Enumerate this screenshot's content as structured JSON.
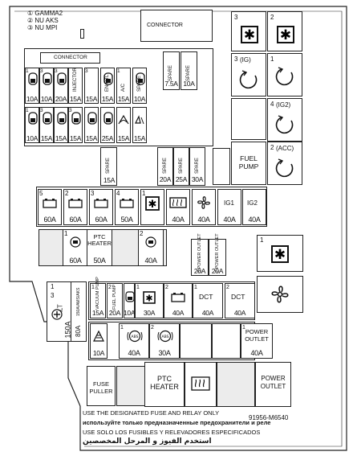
{
  "legend": [
    "① GAMMA2",
    "② NU AKS",
    "③ NU MPI"
  ],
  "connectors": {
    "top": "CONNECTOR",
    "left": "CONNECTOR"
  },
  "mini_row1": [
    "10A",
    "10A",
    "20A",
    "15A",
    "15A",
    "15A",
    "15A",
    "10A"
  ],
  "mini_row1_labels": {
    "injector": "INJECTOR",
    "engine_ctl": "EN CTL",
    "avc": "A/C",
    "spare": "SPARE"
  },
  "mini_row1_nums": [
    "1",
    "3",
    "3",
    "",
    "3",
    "",
    "1",
    ""
  ],
  "mini_row2": [
    "10A",
    "15A",
    "15A",
    "15A",
    "15A",
    "25A",
    "15A",
    "15A"
  ],
  "mini_row2_nums": [
    "1",
    "3",
    "",
    "3",
    "",
    "",
    "",
    ""
  ],
  "mini_row3": [
    "20A",
    "25A",
    "30A"
  ],
  "spare_top": [
    "7.5A",
    "10A"
  ],
  "spare_left": "15A",
  "spare_label": "SPARE",
  "big_row1": [
    "60A",
    "60A",
    "60A",
    "50A",
    "",
    "40A",
    "40A",
    "40A",
    "40A"
  ],
  "big_row1_nums": [
    "5",
    "2",
    "3",
    "4",
    "1",
    "",
    "",
    "",
    ""
  ],
  "big_row1_labels": {
    "ig1": "IG1",
    "ig2": "IG2"
  },
  "ptc": {
    "label": "PTC\nHEATER",
    "amps": [
      "60A",
      "50A",
      "40A"
    ],
    "nums": [
      "1",
      "",
      "2"
    ]
  },
  "power_outlet_small": {
    "labels": [
      "3 POWER OUTLET",
      "2 POWER OUTLET"
    ],
    "amps": [
      "20A",
      "20A"
    ]
  },
  "alt": {
    "label": "ALT",
    "amps": "150A",
    "nums": [
      "1",
      "3"
    ]
  },
  "alt_side": {
    "label": "150A/AMS/AKS",
    "amp": "80A"
  },
  "row_vacuum": {
    "labels": [
      "VACUUM PUMP",
      "FUEL PUMP"
    ],
    "amps": [
      "15A",
      "20A",
      "10A",
      "30A",
      "40A",
      "40A",
      "40A"
    ],
    "nums": [
      "1",
      "2",
      "1",
      "2",
      "1",
      "2"
    ]
  },
  "dct_label": "DCT",
  "abs_row": {
    "amps": [
      "10A",
      "40A",
      "30A"
    ],
    "nums": [
      "1",
      "2"
    ]
  },
  "power_outlet_big": {
    "label": "POWER\nOUTLET",
    "amp": "40A",
    "num": "1"
  },
  "bottom": {
    "fuse_puller": "FUSE\nPULLER",
    "ptc_heater": "PTC\nHEATER",
    "power_outlet": "POWER\nOUTLET"
  },
  "relays_right": {
    "nums": [
      "3",
      "2",
      "3",
      "1",
      "4",
      "2"
    ],
    "ig": [
      "(IG)",
      "(IG2)",
      "(ACC)"
    ],
    "fuel_pump": "FUEL\nPUMP"
  },
  "part_no": "91956-M6540",
  "notes": [
    "USE THE DESIGNATED FUSE AND RELAY ONLY",
    "используйте только предназначенные предохранители и реле",
    "USE SOLO LOS FUSIBLES Y RELEVADORES ESPECIFICADOS",
    "استخدم الفيوز و المرحل المخصصين"
  ]
}
